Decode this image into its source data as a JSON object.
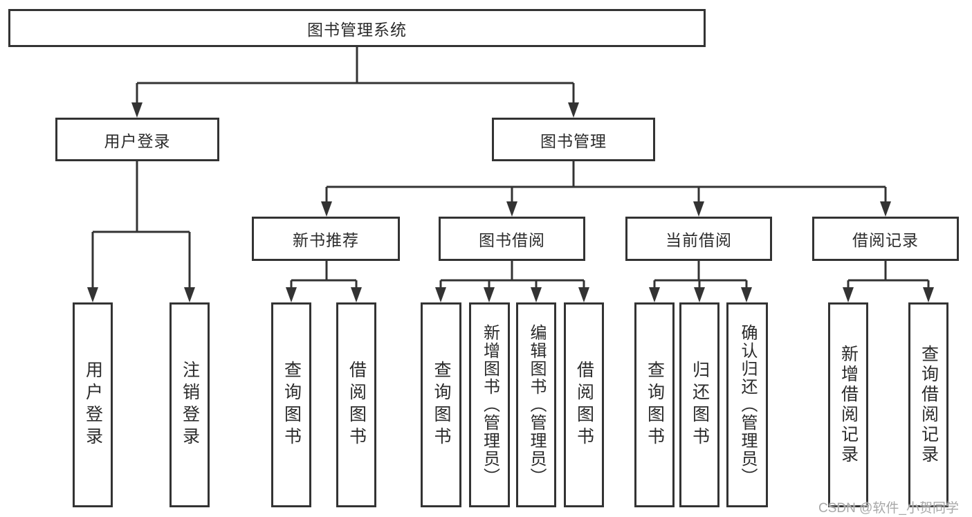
{
  "root": {
    "label": "图书管理系统"
  },
  "level2": [
    {
      "label": "用户登录"
    },
    {
      "label": "图书管理"
    }
  ],
  "level3": [
    {
      "label": "新书推荐"
    },
    {
      "label": "图书借阅"
    },
    {
      "label": "当前借阅"
    },
    {
      "label": "借阅记录"
    }
  ],
  "leaves": {
    "user_login": [
      "用户登录",
      "注销登录"
    ],
    "new_book": [
      "查询图书",
      "借阅图书"
    ],
    "book_borrow": [
      "查询图书",
      "新增图书（管理员）",
      "编辑图书（管理员）",
      "借阅图书"
    ],
    "current_borrow": [
      "查询图书",
      "归还图书",
      "确认归还（管理员）"
    ],
    "borrow_record": [
      "新增借阅记录",
      "查询借阅记录"
    ]
  },
  "watermark": "CSDN @软件_小贺同学",
  "colors": {
    "line": "#333333",
    "box_border": "#333333",
    "box_fill": "#ffffff",
    "text": "#2b2b2b",
    "watermark": "#a8a8a8"
  }
}
